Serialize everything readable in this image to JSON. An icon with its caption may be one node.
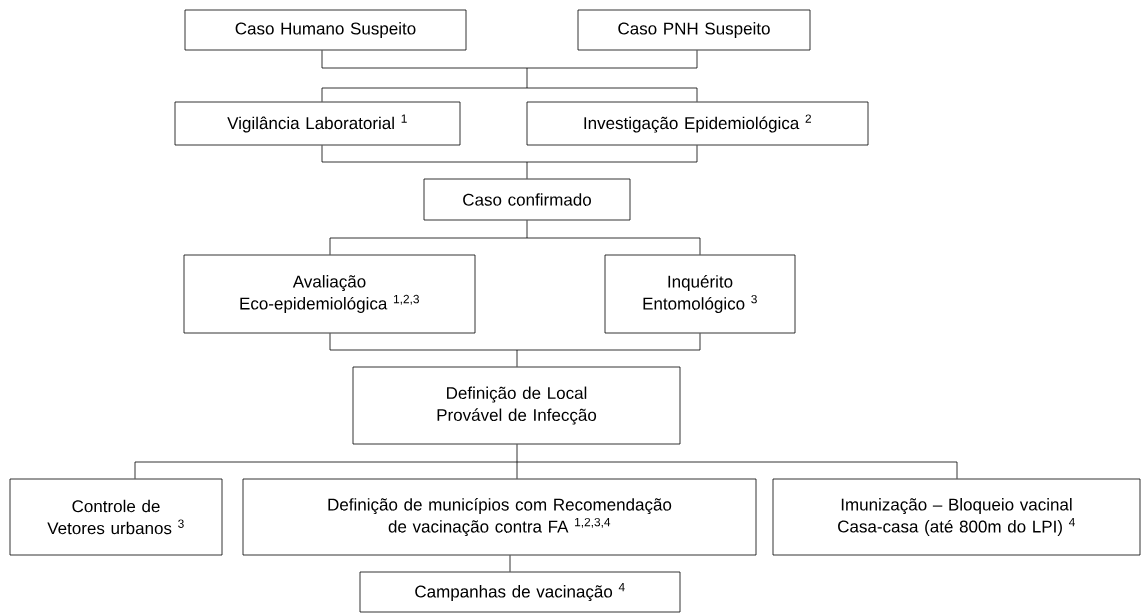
{
  "diagram": {
    "nodes": [
      {
        "text": [
          "Caso Humano Suspeito"
        ]
      },
      {
        "text": [
          "Caso  PNH Suspeito"
        ]
      },
      {
        "text": [
          "Vigilância Laboratorial $^{1}$"
        ]
      },
      {
        "text": [
          "Investigação Epidemiológica $^{2}$"
        ]
      },
      {
        "text": [
          "Caso confirmado"
        ]
      },
      {
        "text": [
          "Avaliação Eco-epidemiológica $^{1,2,3}$"
        ]
      },
      {
        "text": [
          "Inquérito Entomológico $^{3}$"
        ]
      },
      {
        "text": [
          "Definição de Local Provável de Infecção"
        ]
      },
      {
        "text": [
          "Controle de Vetores urbanos $^{3}$"
        ]
      },
      {
        "text": [
          "Definição de municípios com Recomendação de vacinação contra FA $^{1,2,3,4}$"
        ]
      },
      {
        "text": [
          "Imunização – Bloqueio vacinal Casa-casa (até 800m do LPI) $^{4}$"
        ]
      },
      {
        "text": [
          "Campanhas de vacinação $^{4}$"
        ]
      }
    ],
    "edges": [
      {
        "from": 0,
        "to": 2,
        "arrow": "none"
      },
      {
        "from": 0,
        "to": 3,
        "arrow": "none"
      },
      {
        "from": 1,
        "to": 2,
        "arrow": "none"
      },
      {
        "from": 1,
        "to": 3,
        "arrow": "none"
      },
      {
        "from": 2,
        "to": 4,
        "arrow": "none"
      },
      {
        "from": 3,
        "to": 4,
        "arrow": "none"
      },
      {
        "from": 4,
        "to": 5,
        "arrow": "none"
      },
      {
        "from": 4,
        "to": 6,
        "arrow": "none"
      },
      {
        "from": 5,
        "to": 7,
        "arrow": "none"
      },
      {
        "from": 6,
        "to": 7,
        "arrow": "none"
      },
      {
        "from": 7,
        "to": 8,
        "arrow": "none"
      },
      {
        "from": 7,
        "to": 9,
        "arrow": "none"
      },
      {
        "from": 7,
        "to": 10,
        "arrow": "none"
      },
      {
        "from": 9,
        "to": 11,
        "arrow": "none"
      }
    ]
  }
}
